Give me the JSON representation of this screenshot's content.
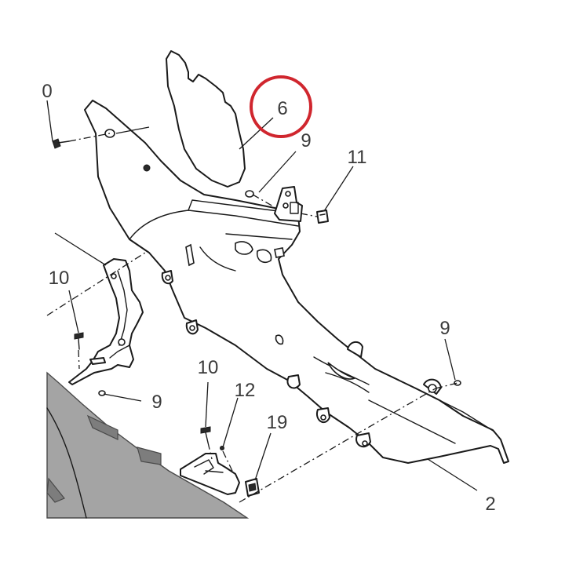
{
  "callouts": {
    "c6": "6",
    "c9a": "9",
    "c11": "11",
    "c10a": "10",
    "c9b": "9",
    "c9c": "9",
    "c10b": "10",
    "c12": "12",
    "c19": "19",
    "c2": "2",
    "c10_cut": "0"
  },
  "colors": {
    "highlight_ring": "#d0262e",
    "line": "#1a1a1a",
    "grey_body": "#a4a4a4"
  },
  "highlighted_part": "6"
}
